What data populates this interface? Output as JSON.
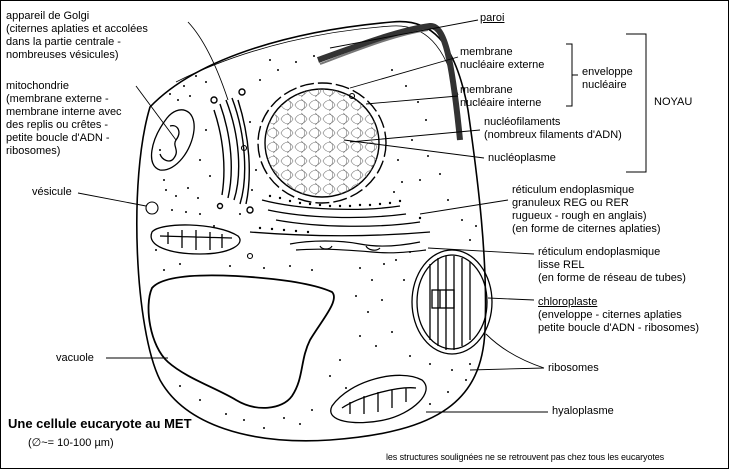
{
  "title": "Une cellule eucaryote au MET",
  "size": "(∅~= 10-100 µm)",
  "note": "les structures soulignées ne se retrouvent pas chez tous les eucaryotes",
  "labels": {
    "golgi": "appareil de Golgi\n(citernes aplaties et accolées\ndans la partie centrale -\nnombreuses vésicules)",
    "mito": "mitochondrie\n(membrane externe -\nmembrane interne avec\ndes replis ou crêtes -\npetite boucle d'ADN -\nribosomes)",
    "vesicule": "vésicule",
    "vacuole": "vacuole",
    "paroi": "paroi",
    "mne": "membrane\nnucléaire externe",
    "mni": "membrane\nnucléaire interne",
    "enveloppe": "enveloppe\nnucléaire",
    "noyau": "NOYAU",
    "nucleofil": "nucléofilaments\n(nombreux filaments d'ADN)",
    "nucleoplasme": "nucléoplasme",
    "reg": "réticulum endoplasmique\ngranuleux REG ou RER\nrugueux - rough en anglais)\n(en forme de citernes aplaties)",
    "rel": "réticulum endoplasmique\nlisse REL\n(en forme de réseau de tubes)",
    "chloro_title": "chloroplaste",
    "chloro_desc": "(enveloppe - citernes aplaties\npetite boucle d'ADN - ribosomes)",
    "ribosomes": "ribosomes",
    "hyaloplasme": "hyaloplasme"
  }
}
